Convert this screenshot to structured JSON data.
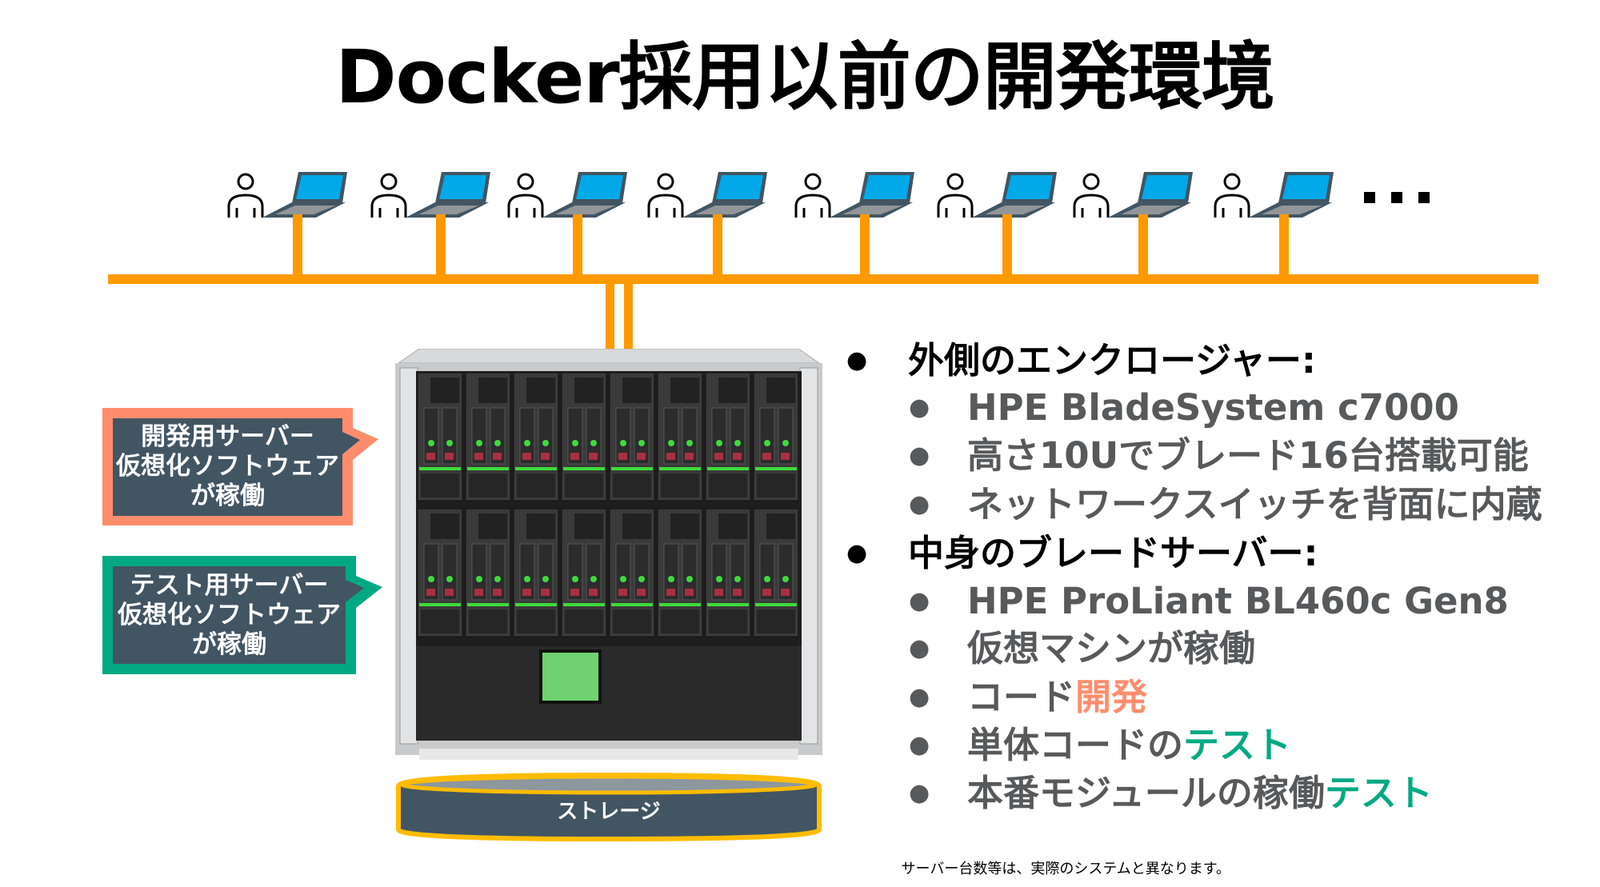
{
  "title": "Docker採用以前の開発環境",
  "network": {
    "client_count_shown": 8,
    "ellipsis": "...",
    "line_color": "#FF9900"
  },
  "callouts": [
    {
      "lines": [
        "開発用サーバー",
        "仮想化ソフトウェア",
        "が稼働"
      ],
      "border_color": "#FF8D6D",
      "fill_color": "#425563"
    },
    {
      "lines": [
        "テスト用サーバー",
        "仮想化ソフトウェア",
        "が稼働"
      ],
      "border_color": "#01A982",
      "fill_color": "#425563"
    }
  ],
  "storage": {
    "label": "ストレージ",
    "border_color": "#FFBC00"
  },
  "bullets": {
    "enclosure": {
      "heading": "外側のエンクロージャー:",
      "items": [
        "HPE BladeSystem c7000",
        "高さ10Uでブレード16台搭載可能",
        "ネットワークスイッチを背面に内蔵"
      ]
    },
    "blades": {
      "heading": "中身のブレードサーバー:",
      "items": [
        {
          "text": "HPE ProLiant BL460c Gen8",
          "highlight": ""
        },
        {
          "text": "仮想マシンが稼働",
          "highlight": ""
        },
        {
          "text": "コード",
          "highlight": "開発",
          "highlight_color": "#FF8D6D"
        },
        {
          "text": "単体コードの",
          "highlight": "テスト",
          "highlight_color": "#01A982"
        },
        {
          "text": "本番モジュールの稼働",
          "highlight": "テスト",
          "highlight_color": "#01A982"
        }
      ]
    }
  },
  "footnote": "サーバー台数等は、実際のシステムと異なります。"
}
